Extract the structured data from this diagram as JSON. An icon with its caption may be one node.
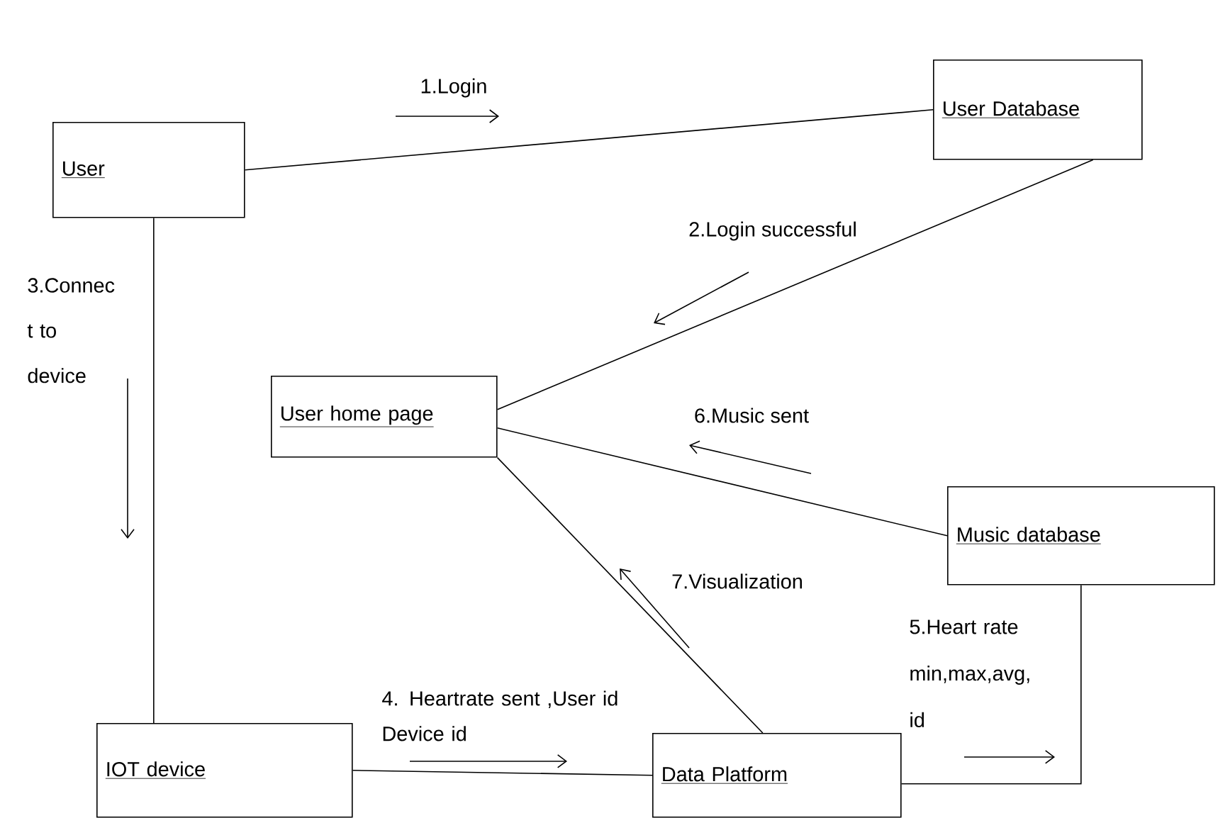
{
  "diagram": {
    "nodes": [
      {
        "text": [
          "User"
        ]
      },
      {
        "text": [
          "User Database"
        ]
      },
      {
        "text": [
          "User home page"
        ]
      },
      {
        "text": [
          "Music database"
        ]
      },
      {
        "text": [
          "IOT device"
        ]
      },
      {
        "text": [
          "Data Platform"
        ]
      }
    ],
    "edges": [
      {
        "from": 0,
        "to": 1,
        "arrow": "none",
        "label": "1.Login"
      },
      {
        "from": 1,
        "to": 2,
        "arrow": "none",
        "label": "2.Login successful"
      },
      {
        "from": 0,
        "to": 4,
        "arrow": "none",
        "label": "3.Connec t to device"
      },
      {
        "from": 4,
        "to": 5,
        "arrow": "none",
        "label": "4. Heartrate sent ,User id Device id"
      },
      {
        "from": 5,
        "to": 3,
        "arrow": "none",
        "label": "5.Heart rate min,max,avg, id"
      },
      {
        "from": 3,
        "to": 2,
        "arrow": "none",
        "label": "6.Music sent"
      },
      {
        "from": 5,
        "to": 2,
        "arrow": "none",
        "label": "7.Visualization"
      }
    ]
  }
}
